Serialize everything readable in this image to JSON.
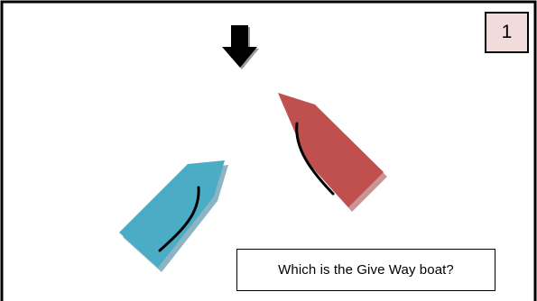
{
  "slide": {
    "number": "1",
    "question": "Which is the Give Way boat?"
  },
  "wind": {
    "icon": "arrow-down-icon",
    "color": "#000000"
  },
  "boats": [
    {
      "name": "blue-boat",
      "color": "#4bacc6",
      "shadow": "#8cb4c2"
    },
    {
      "name": "red-boat",
      "color": "#c0504d",
      "shadow": "#c89594"
    }
  ],
  "colors": {
    "frame": "#000000",
    "badge_fill": "#f2dcdb",
    "background": "#ffffff"
  }
}
